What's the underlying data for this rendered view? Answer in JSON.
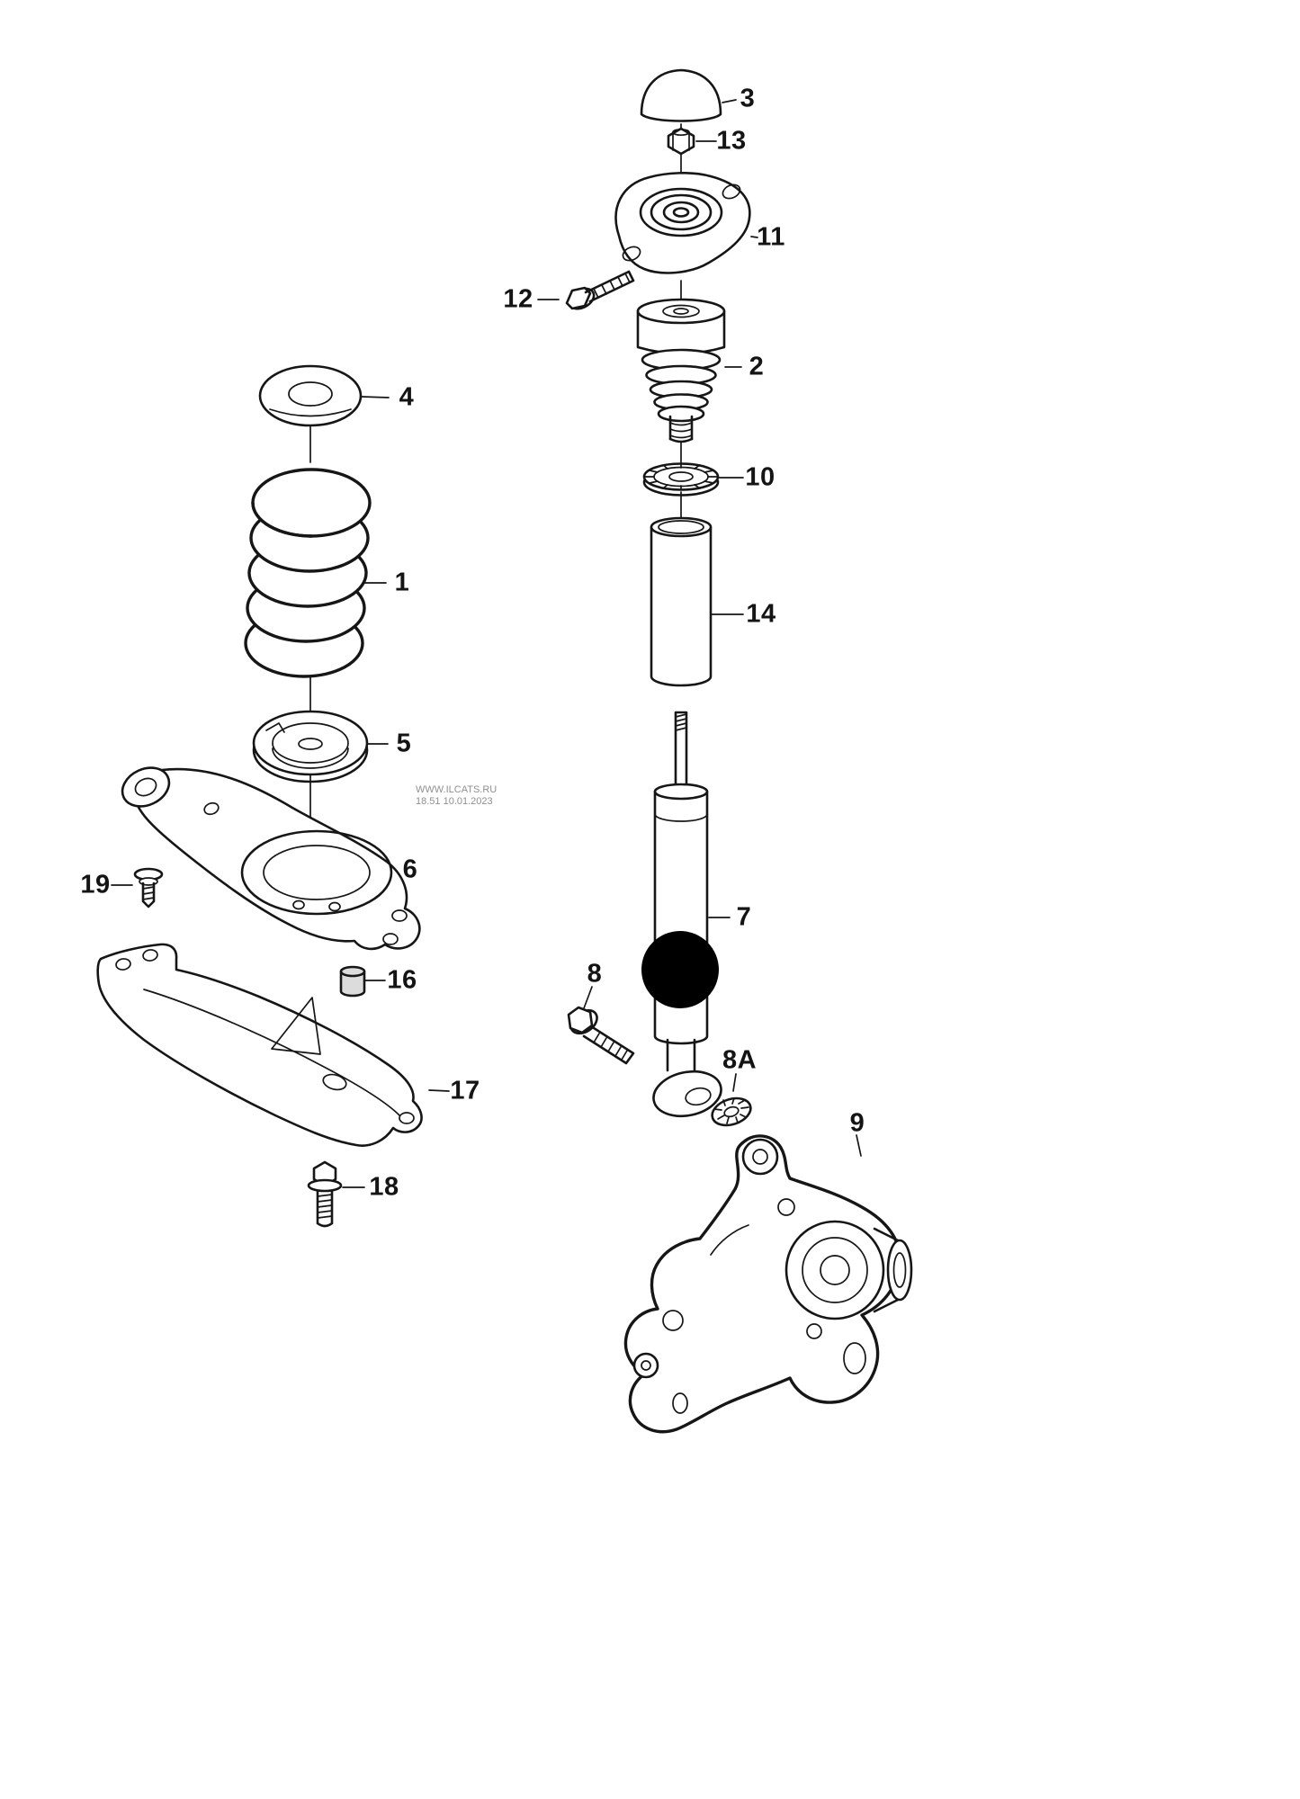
{
  "colors": {
    "ink": "#161616",
    "highlight": "#000000",
    "watermark": "#8f8f8f",
    "background": "#ffffff"
  },
  "watermark": {
    "line1": "WWW.ILCATS.RU",
    "line2": "18.51 10.01.2023"
  },
  "callouts": {
    "c1": {
      "label": "1"
    },
    "c2": {
      "label": "2"
    },
    "c3": {
      "label": "3"
    },
    "c4": {
      "label": "4"
    },
    "c5": {
      "label": "5"
    },
    "c6": {
      "label": "6"
    },
    "c7": {
      "label": "7"
    },
    "c8": {
      "label": "8"
    },
    "c8a": {
      "label": "8A"
    },
    "c9": {
      "label": "9"
    },
    "c10": {
      "label": "10"
    },
    "c11": {
      "label": "11"
    },
    "c12": {
      "label": "12"
    },
    "c13": {
      "label": "13"
    },
    "c14": {
      "label": "14"
    },
    "c16": {
      "label": "16"
    },
    "c17": {
      "label": "17"
    },
    "c18": {
      "label": "18"
    },
    "c19": {
      "label": "19"
    }
  }
}
